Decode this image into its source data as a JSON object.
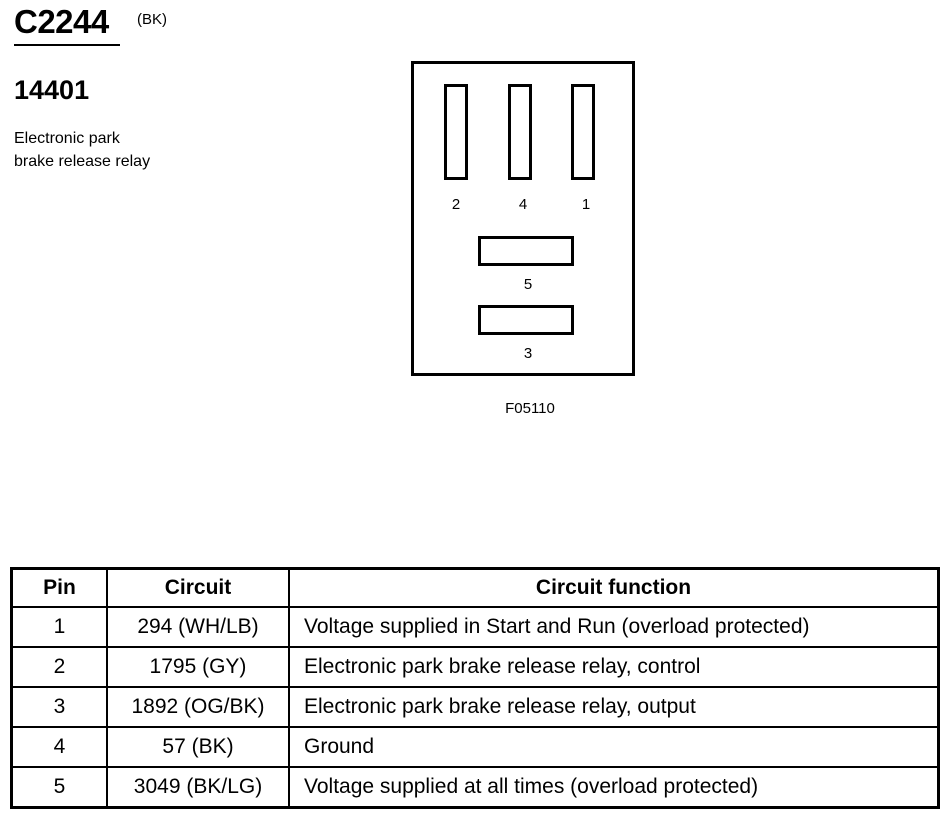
{
  "header": {
    "connector_id": "C2244",
    "connector_color": "(BK)",
    "part_number": "14401",
    "description_lines": [
      "Electronic park",
      "brake release relay"
    ]
  },
  "diagram": {
    "pin_labels": {
      "p2": "2",
      "p4": "4",
      "p1": "1",
      "p5": "5",
      "p3": "3"
    },
    "figure_code": "F05110"
  },
  "table": {
    "headers": [
      "Pin",
      "Circuit",
      "Circuit function"
    ],
    "rows": [
      {
        "pin": "1",
        "circuit": "294 (WH/LB)",
        "function": "Voltage supplied in Start and Run (overload protected)"
      },
      {
        "pin": "2",
        "circuit": "1795 (GY)",
        "function": "Electronic park brake release relay, control"
      },
      {
        "pin": "3",
        "circuit": "1892 (OG/BK)",
        "function": "Electronic park brake release relay, output"
      },
      {
        "pin": "4",
        "circuit": "57 (BK)",
        "function": "Ground"
      },
      {
        "pin": "5",
        "circuit": "3049 (BK/LG)",
        "function": "Voltage supplied at all times (overload protected)"
      }
    ]
  }
}
